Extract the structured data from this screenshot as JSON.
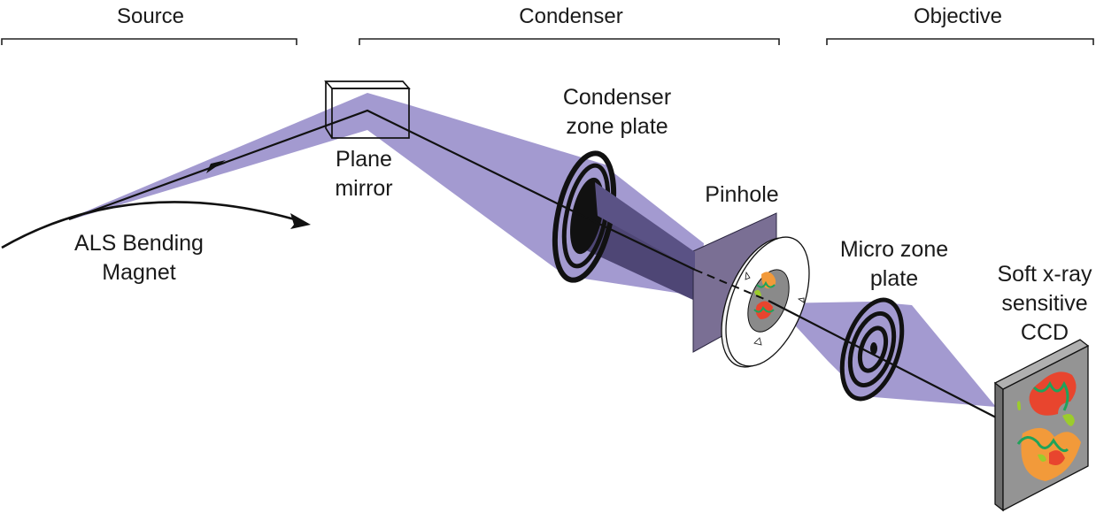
{
  "sections": [
    {
      "label": "Source"
    },
    {
      "label": "Condenser"
    },
    {
      "label": "Objective"
    }
  ],
  "components": {
    "source": {
      "label_lines": [
        "ALS Bending",
        "Magnet"
      ]
    },
    "mirror": {
      "label_lines": [
        "Plane",
        "mirror"
      ]
    },
    "condenser_zone_plate": {
      "label_lines": [
        "Condenser",
        "zone plate"
      ]
    },
    "pinhole": {
      "label_lines": [
        "Pinhole"
      ]
    },
    "micro_zone_plate": {
      "label_lines": [
        "Micro zone",
        "plate"
      ]
    },
    "ccd": {
      "label_lines": [
        "Soft x-ray",
        "sensitive",
        "CCD"
      ]
    }
  },
  "colors": {
    "beam": "#a39ad0",
    "beam_dark": "#4e4675",
    "pinhole_screen": "#7a6f94",
    "ccd_face": "#949494",
    "ccd_side": "#6e6e6e",
    "sample_red": "#e8452e",
    "sample_orange": "#f29a3a",
    "sample_green": "#1fa35a",
    "sample_lime": "#9ccc2c",
    "ink": "#111111"
  }
}
